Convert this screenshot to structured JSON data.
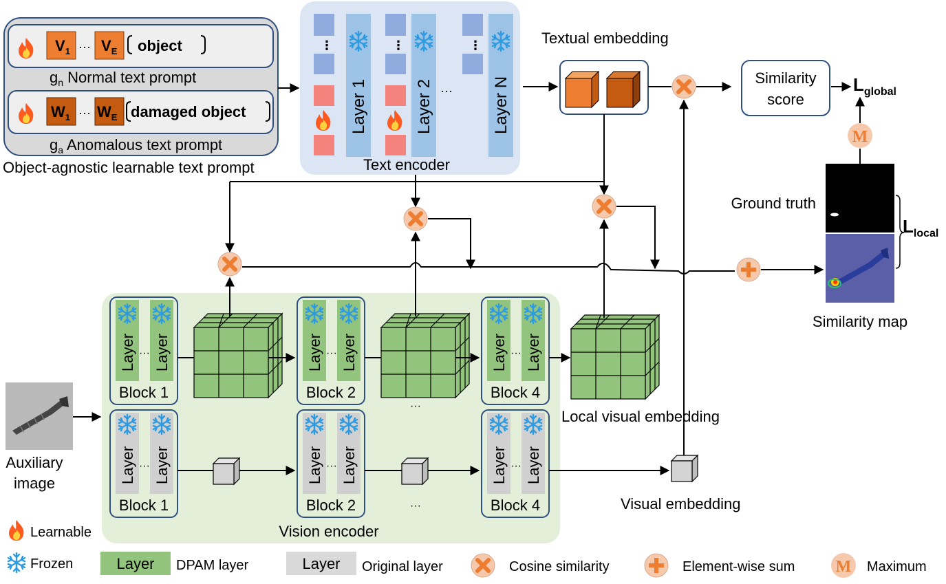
{
  "text_prompt": {
    "v_first": "V",
    "v_first_sub": "1",
    "v_last": "V",
    "v_last_sub": "E",
    "ellipsis": "···",
    "normal_word": "object",
    "normal_caption_main": "g",
    "normal_caption_sub": "n",
    "normal_caption_rest": " Normal text prompt",
    "w_first": "W",
    "w_first_sub": "1",
    "w_last": "W",
    "w_last_sub": "E",
    "anomalous_word": "damaged object",
    "anomalous_caption_main": "g",
    "anomalous_caption_sub": "a",
    "anomalous_caption_rest": " Anomalous text prompt",
    "group_caption": "Object-agnostic learnable text prompt"
  },
  "text_encoder": {
    "layers": [
      "Layer 1",
      "Layer 2",
      "Layer N"
    ],
    "ellipsis": "···",
    "caption": "Text encoder"
  },
  "textual_embedding": "Textual embedding",
  "similarity_score": [
    "Similarity",
    "score"
  ],
  "loss_global": {
    "main": "L",
    "sub": "global"
  },
  "loss_local": {
    "main": "L",
    "sub": "local"
  },
  "maximum_symbol": "M",
  "ground_truth": "Ground truth",
  "similarity_map": "Similarity map",
  "vision": {
    "layer_label": "Layer",
    "ellipsis": "···",
    "blocks": [
      "Block 1",
      "Block 2",
      "Block 4"
    ],
    "caption": "Vision encoder",
    "between_ellipsis": "···"
  },
  "local_visual_embedding": "Local visual embedding",
  "visual_embedding": "Visual embedding",
  "auxiliary_image": [
    "Auxiliary",
    "image"
  ],
  "legend": {
    "learnable": "Learnable",
    "frozen": "Frozen",
    "dpam_swatch": "Layer",
    "dpam": "DPAM layer",
    "original_swatch": "Layer",
    "original": "Original layer",
    "cosine": "Cosine similarity",
    "sum": "Element-wise sum",
    "maximum_symbol": "M",
    "maximum": "Maximum"
  },
  "colors": {
    "prompt_box": "#d9d9d9",
    "frame_blue": "#2f4f7f",
    "text_encoder_bg": "#dbe5f4",
    "vision_bg": "#e3efd9",
    "learnable_orange": "#ed7d31",
    "dark_orange": "#c55a11",
    "operator_fill": "#f6c9ad",
    "dpam_green": "#93c47d",
    "original_gray": "#d0d0d0",
    "token_blue": "#8faadc",
    "token_red": "#f4837d",
    "layer_blue": "#9dc3e6",
    "snow_blue": "#2e9be0"
  }
}
